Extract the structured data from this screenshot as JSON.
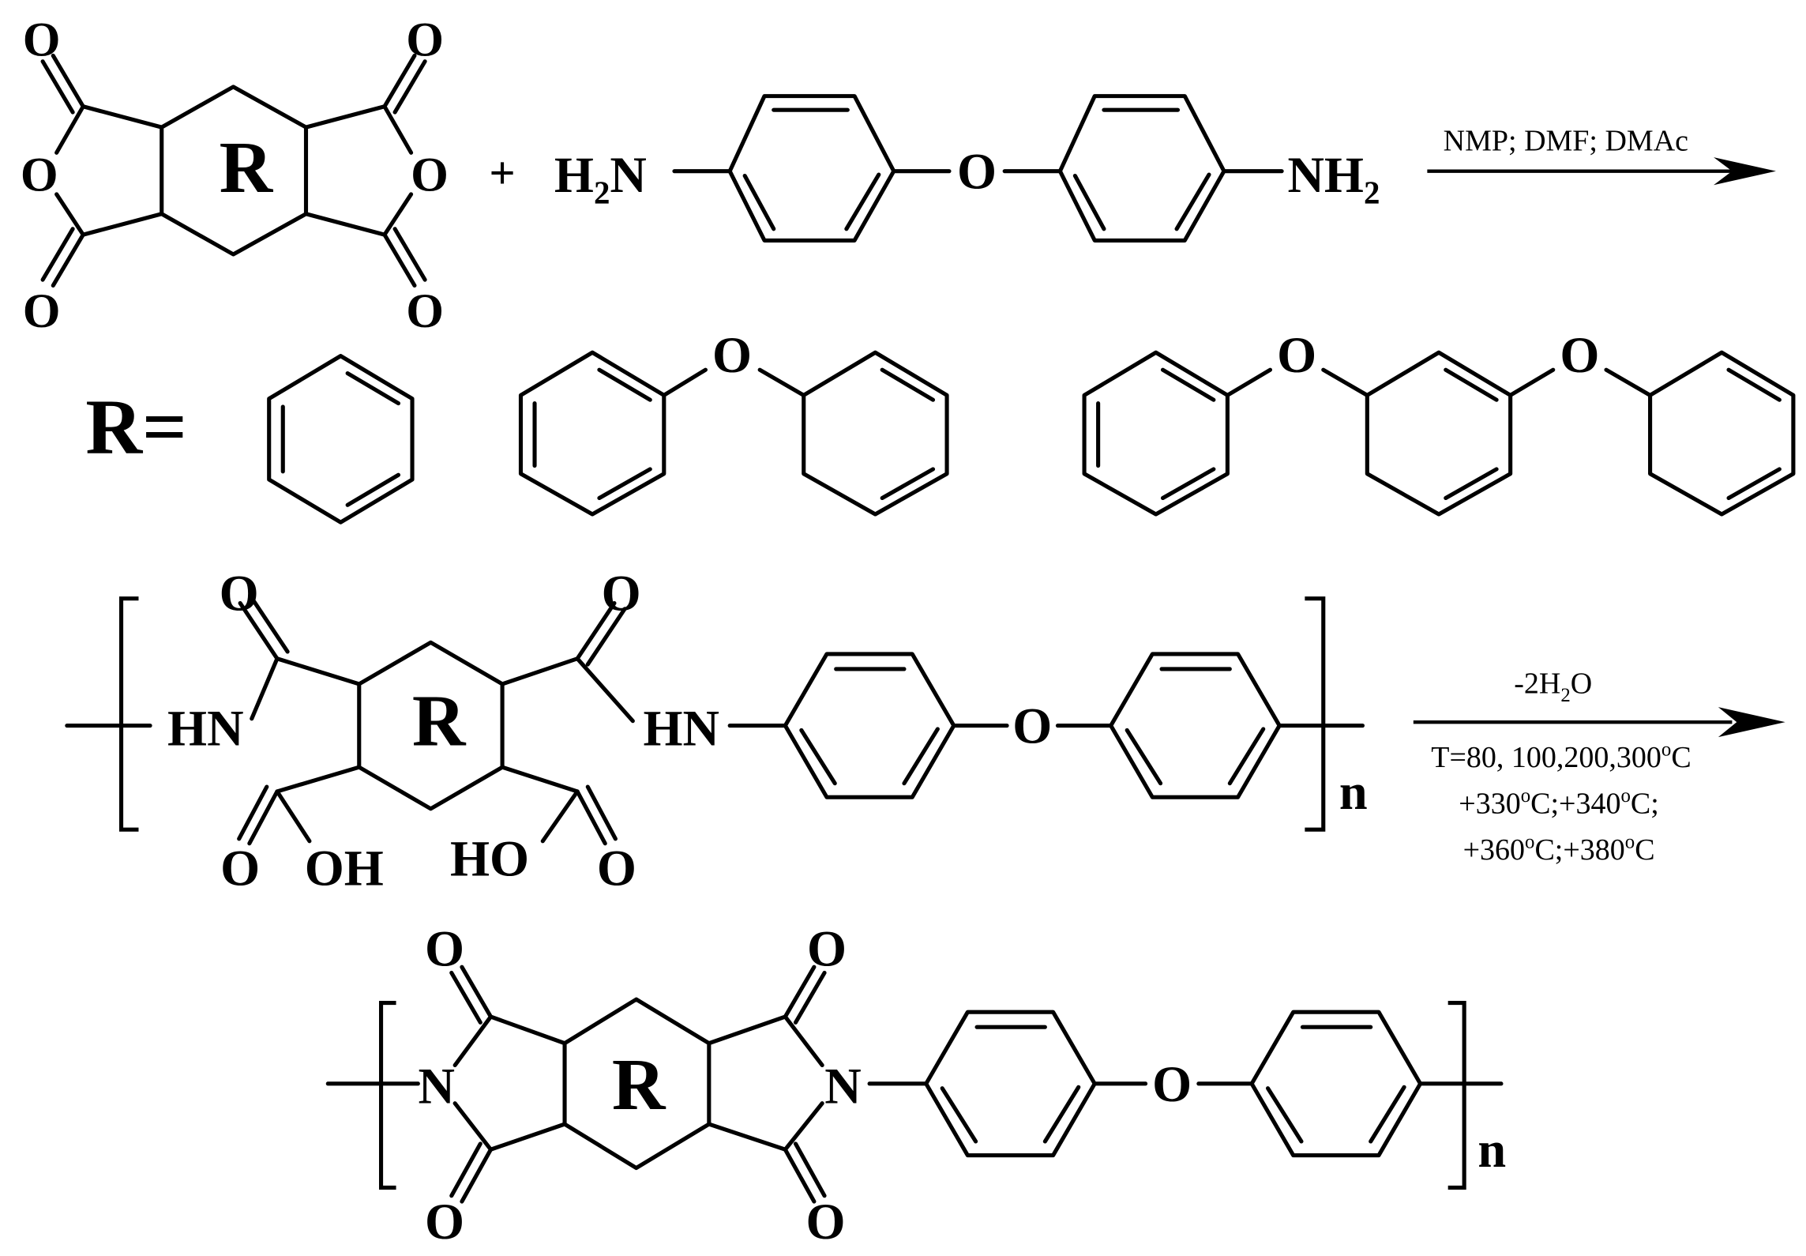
{
  "reactant": {
    "R": "R",
    "O": "O",
    "plus": "+",
    "H2N": "H",
    "H2N_sub": "2",
    "H2N_N": "N",
    "NH2": "NH",
    "NH2_sub": "2"
  },
  "arrow1": {
    "conditions": "NMP; DMF; DMAc"
  },
  "r_definition": {
    "label": "R="
  },
  "intermediate": {
    "HN": "HN",
    "OH": "OH",
    "HO": "HO",
    "n": "n"
  },
  "arrow2": {
    "top_prefix": "-2H",
    "top_sub": "2",
    "top_suffix": "O",
    "line1": "T=80, 100,200,300",
    "line1_sup": "o",
    "line1_end": "C",
    "line2_a": "+330",
    "line2_b": "C;+340",
    "line2_c": "C;",
    "line3_a": "+360",
    "line3_b": "C;+380",
    "line3_c": "C",
    "deg": "o"
  },
  "product": {
    "N": "N",
    "n": "n"
  },
  "colors": {
    "ink": "#000000",
    "background": "#ffffff"
  }
}
